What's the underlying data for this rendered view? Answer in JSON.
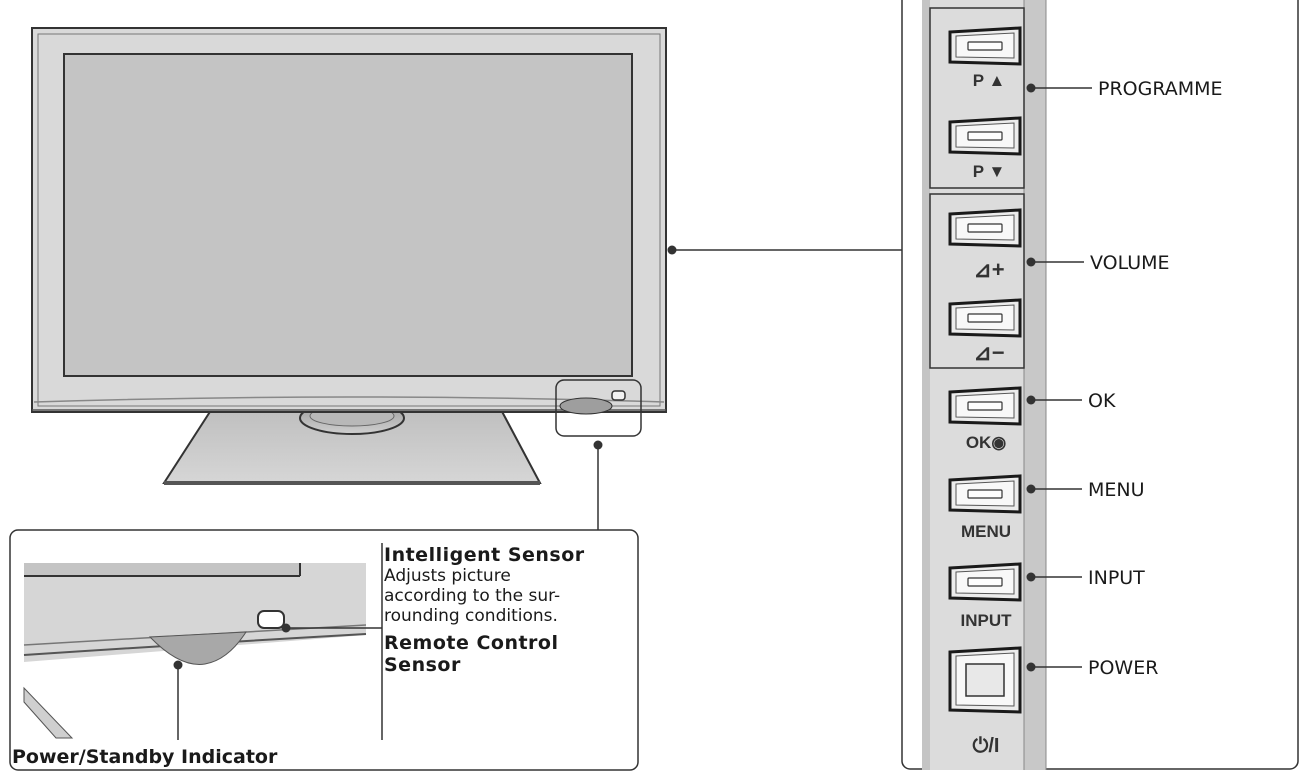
{
  "detail": {
    "intelligent_sensor_title": "Intelligent Sensor",
    "intelligent_sensor_desc_lines": [
      "Adjusts picture",
      "according to the sur-",
      "rounding conditions."
    ],
    "remote_sensor_title_lines": [
      "Remote Control",
      "Sensor"
    ],
    "power_indicator_label": "Power/Standby Indicator"
  },
  "side_panel": {
    "buttons": [
      {
        "id": "p-up",
        "label": "P ▲"
      },
      {
        "id": "p-down",
        "label": "P ▼"
      },
      {
        "id": "vol-up",
        "label": "⊿+"
      },
      {
        "id": "vol-down",
        "label": "⊿−"
      },
      {
        "id": "ok",
        "label": "OK◉"
      },
      {
        "id": "menu",
        "label": "MENU"
      },
      {
        "id": "input",
        "label": "INPUT"
      },
      {
        "id": "power",
        "label": "⏻/I"
      }
    ],
    "callouts": {
      "programme": "PROGRAMME",
      "volume": "VOLUME",
      "ok": "OK",
      "menu": "MENU",
      "input": "INPUT",
      "power": "POWER"
    }
  },
  "colors": {
    "line": "#333333",
    "bezel": "#d9d9d9",
    "screen": "#c4c4c4",
    "panel_strip": "#dcdcdc"
  }
}
